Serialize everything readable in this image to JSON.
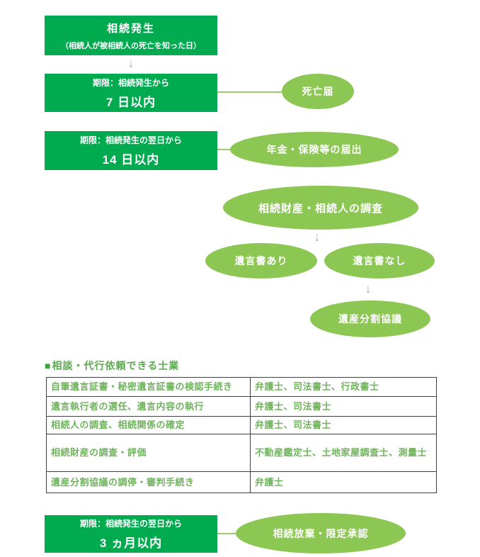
{
  "colors": {
    "box_green": "#00ab50",
    "oval_green": "#8cc653",
    "connector_green": "#9ecb6a",
    "arrow_gray": "#aaaaaa",
    "table_text_green": "#6fb35c",
    "section_title_green": "#5ba94e",
    "table_border": "#3f3f3f",
    "text_white": "#ffffff"
  },
  "flow": {
    "arrow_glyph": "↓",
    "start": {
      "title": "相続発生",
      "subtitle": "（相続人が被相続人の死亡を知った日）"
    },
    "step_7days": {
      "deadline_label": "期限：相続発生から",
      "deadline_value": "7 日以内",
      "task": "死亡届"
    },
    "step_14days": {
      "deadline_label": "期限：相続発生の翌日から",
      "deadline_value": "14 日以内",
      "task": "年金・保険等の届出"
    },
    "investigation": "相続財産・相続人の調査",
    "will_exists": "遺言書あり",
    "will_none": "遺言書なし",
    "division_meeting": "遺産分割協議",
    "step_3months": {
      "deadline_label": "期限：相続発生の翌日から",
      "deadline_value": "3 ヵ月以内",
      "task": "相続放棄・限定承認"
    }
  },
  "section": {
    "marker": "■",
    "title": "相談・代行依頼できる士業"
  },
  "table": {
    "rows": [
      {
        "task": "自筆遺言証書・秘密遺言証書の検認手続き",
        "professionals": "弁護士、司法書士、行政書士"
      },
      {
        "task": "遺言執行者の選任、遺言内容の執行",
        "professionals": "弁護士、司法書士"
      },
      {
        "task": "相続人の調査、相続関係の確定",
        "professionals": "弁護士、司法書士"
      },
      {
        "task": "相続財産の調査・評価",
        "professionals": "不動産鑑定士、土地家屋調査士、測量士"
      },
      {
        "task": "遺産分割協議の調停・審判手続き",
        "professionals": "弁護士"
      }
    ]
  }
}
